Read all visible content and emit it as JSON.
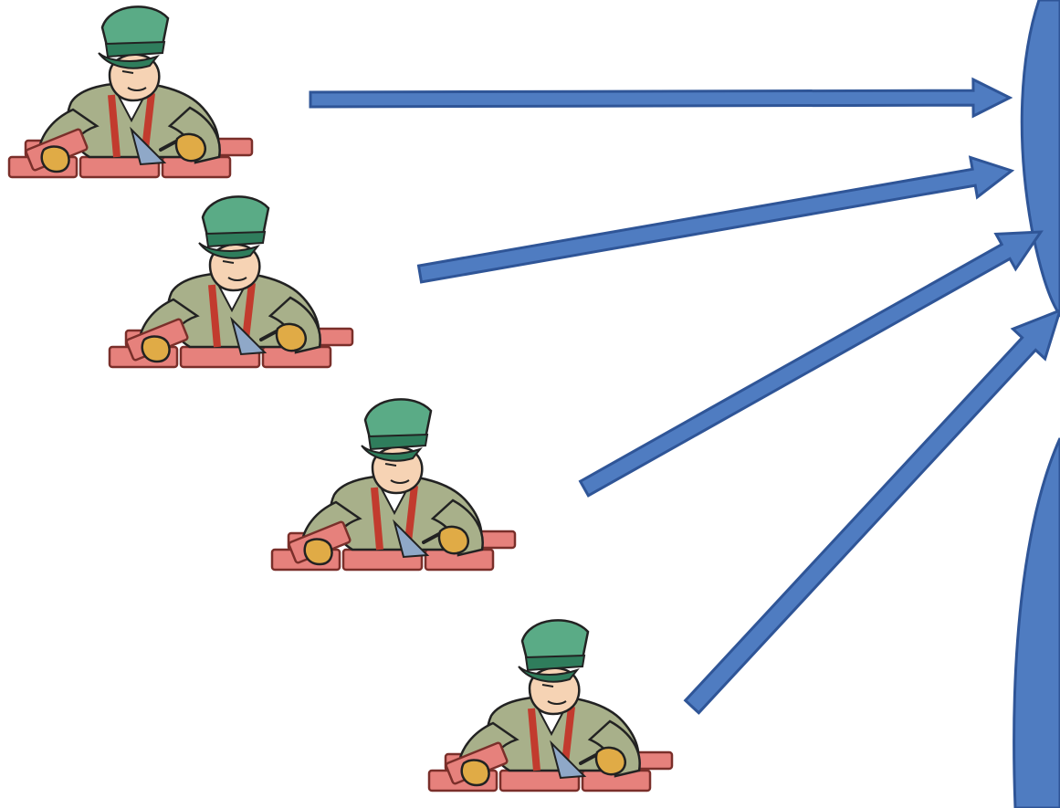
{
  "colors": {
    "arrow_fill": "#4f7cc1",
    "arrow_stroke": "#2f5597",
    "target_fill": "#4f7cc1",
    "target_stroke": "#2f5597",
    "cap": "#5aab86",
    "cap_band": "#2f7d5c",
    "skin": "#f6d3b4",
    "shirt": "#a8b08a",
    "suspender": "#c23b2e",
    "glove": "#e0ab46",
    "brick": "#e6817c",
    "brick_edge": "#7a2f2a",
    "outline": "#222222",
    "trowel": "#8fa8c8"
  },
  "icons": {
    "worker": "bricklayer-icon",
    "target": "target-shape"
  },
  "workers": [
    {
      "id": "worker-1"
    },
    {
      "id": "worker-2"
    },
    {
      "id": "worker-3"
    },
    {
      "id": "worker-4"
    }
  ],
  "arrows": [
    {
      "id": "arrow-1"
    },
    {
      "id": "arrow-2"
    },
    {
      "id": "arrow-3"
    },
    {
      "id": "arrow-4"
    }
  ]
}
